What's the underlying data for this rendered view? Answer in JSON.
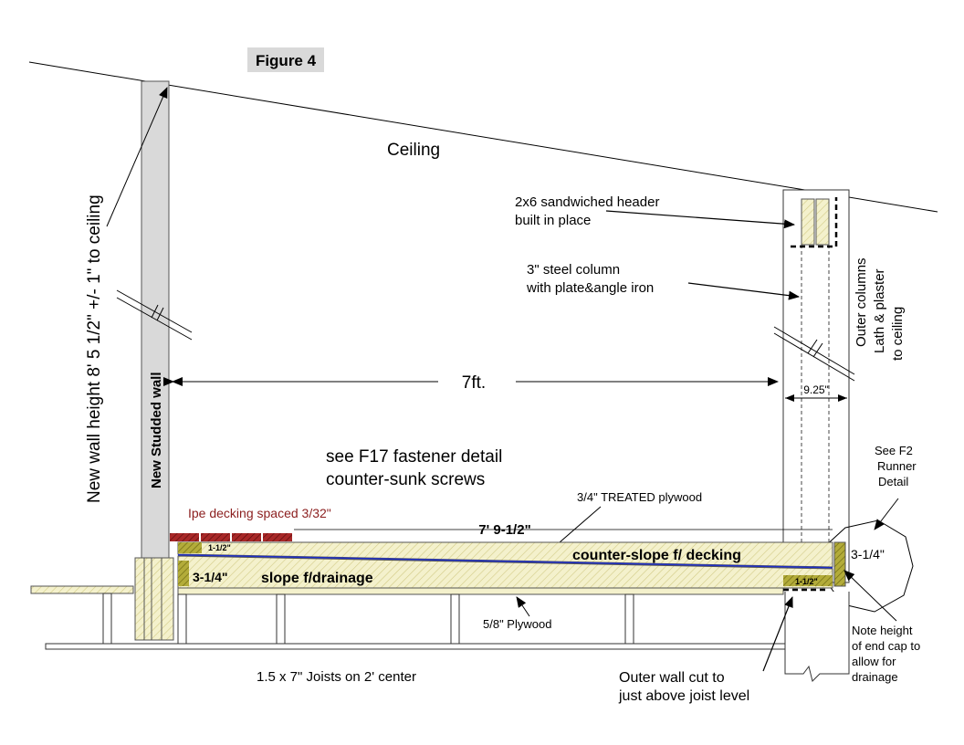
{
  "figure": {
    "title": "Figure 4"
  },
  "labels": {
    "ceiling": "Ceiling",
    "wall_height": "New wall height 8' 5 1/2\" +/- 1\" to ceiling",
    "new_wall_pre": "New ",
    "new_wall_bold": "Studded wall",
    "header_line1": "2x6 sandwiched header",
    "header_line2": "built in place",
    "steel_line1": "3\" steel column",
    "steel_line2": "with plate&angle iron",
    "outer_line1": "Outer columns",
    "outer_line2": "Lath & plaster",
    "outer_line3": "to ceiling",
    "span": "7ft.",
    "column_width": "9.25\"",
    "fastener_line1": "see F17 fastener detail",
    "fastener_line2": "counter-sunk screws",
    "runner_line1": "See F2",
    "runner_line2": "Runner",
    "runner_line3": "Detail",
    "ipe": "Ipe decking spaced 3/32\"",
    "treated_ply": "3/4\" TREATED plywood",
    "deck_length": "7' 9-1/2\"",
    "small_left": "1-1/2\"",
    "small_right": "1-1/2\"",
    "counter_slope": "counter-slope f/ decking",
    "slope": "slope f/drainage",
    "left_height": "3-1/4\"",
    "right_height": "3-1/4\"",
    "plywood_58": "5/8\" Plywood",
    "joists": "1.5 x 7\" Joists on 2' center",
    "outer_cut_line1": "Outer wall cut to",
    "outer_cut_line2": "just above joist level",
    "note_line1": "Note height",
    "note_line2": "of end cap to",
    "note_line3": "allow for",
    "note_line4": "drainage"
  },
  "colors": {
    "wall_fill": "#d9d9d9",
    "lumber_fill": "#f2efc6",
    "lumber_dark": "#a7a132",
    "ipe": "#8b1e1e",
    "plywood_line": "#1f2fc8",
    "title_bg": "#d9d9d9"
  }
}
